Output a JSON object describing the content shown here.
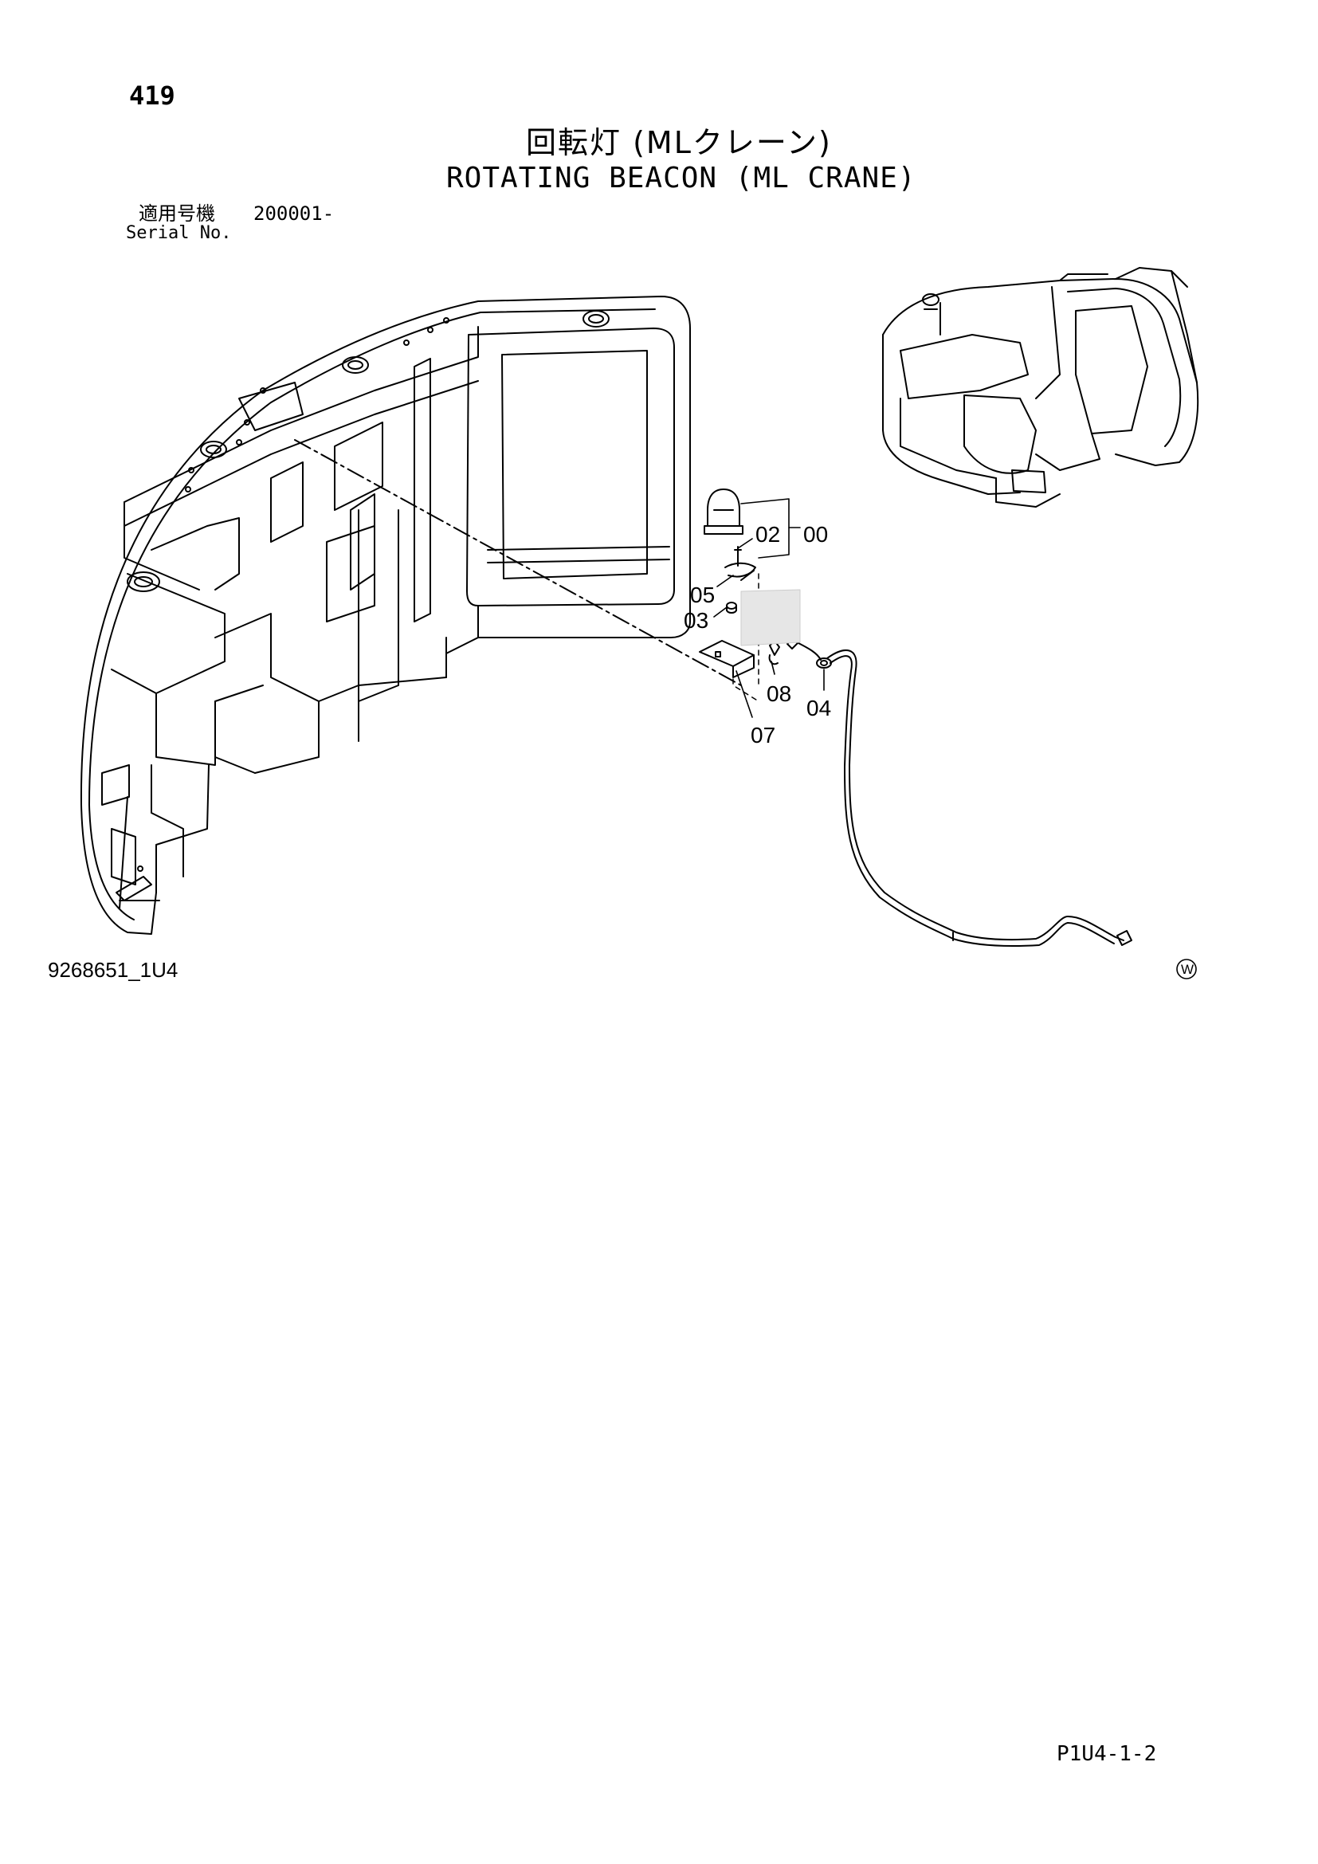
{
  "header": {
    "page_number": "419",
    "title_jp": "回転灯 (MLクレーン)",
    "title_en": "ROTATING BEACON (ML CRANE)",
    "serial_label_jp": "適用号機",
    "serial_value": "200001-",
    "serial_label_en": "Serial No."
  },
  "callouts": [
    "00",
    "02",
    "05",
    "03",
    "08",
    "04",
    "07"
  ],
  "footer": {
    "drawing_id": "9268651_1U4",
    "watermark_symbol": "W",
    "page_code": "P1U4-1-2"
  }
}
